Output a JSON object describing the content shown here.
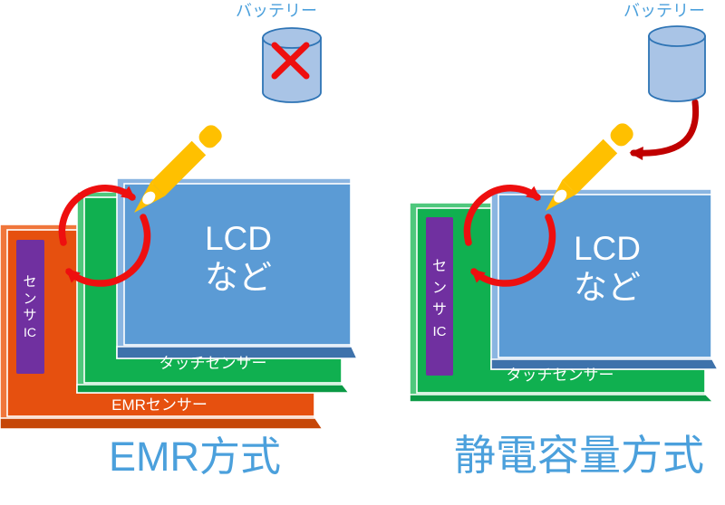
{
  "colors": {
    "title_blue": "#4BA0DC",
    "red": "#EE0F0F",
    "dark_red": "#C00000",
    "pen_yellow": "#FFC000",
    "white": "#FFFFFF",
    "battery_fill": "#A9C4E6",
    "battery_stroke": "#2E74B5",
    "purple": "#7030A0",
    "purple_stroke": "#9E6BC8",
    "blue_front": "#5B9BD5",
    "blue_light": "#8AB5E1",
    "blue_dark": "#3E72AB",
    "green_front": "#10B050",
    "green_light": "#4FC87D",
    "green_dark": "#0A9A45",
    "orange_front": "#E6500F",
    "orange_light": "#F0763B",
    "orange_dark": "#C64708"
  },
  "panels": [
    {
      "title": "EMR方式",
      "battery_label": "バッテリー",
      "lcd_line1": "LCD",
      "lcd_line2": "など",
      "touch_label": "タッチセンサー",
      "emr_label": "EMRセンサー",
      "ic_chars": [
        "セ",
        "ン",
        "サ",
        "IC"
      ]
    },
    {
      "title": "静電容量方式",
      "battery_label": "バッテリー",
      "lcd_line1": "LCD",
      "lcd_line2": "など",
      "touch_label": "タッチセンサー",
      "ic_chars": [
        "セ",
        "ン",
        "サ",
        "IC"
      ]
    }
  ]
}
